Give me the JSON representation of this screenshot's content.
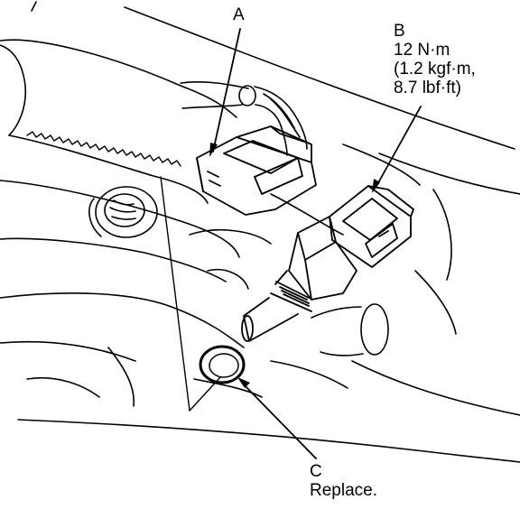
{
  "callouts": {
    "a": {
      "letter": "A"
    },
    "b": {
      "letter": "B",
      "spec_lines": [
        "12 N·m",
        "(1.2 kgf·m,",
        "8.7 lbf·ft)"
      ]
    },
    "c": {
      "letter": "C",
      "note": "Replace."
    }
  },
  "colors": {
    "ink": "#000000",
    "paper": "#ffffff"
  }
}
